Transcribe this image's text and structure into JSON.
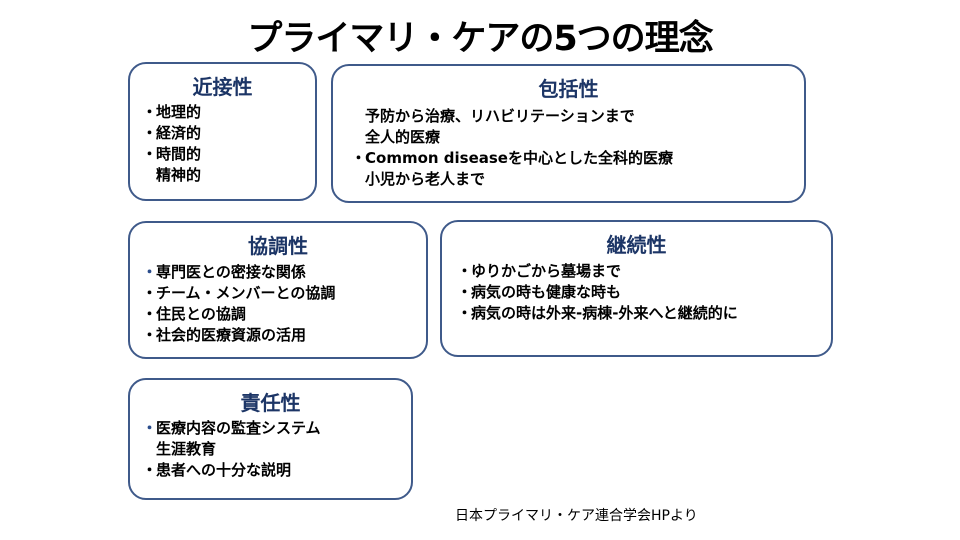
{
  "title": "プライマリ・ケアの5つの理念",
  "boxes": [
    {
      "heading": "近接性",
      "lines": [
        {
          "bullet": "・",
          "text": "地理的"
        },
        {
          "bullet": "・",
          "text": "経済的"
        },
        {
          "bullet": "・",
          "text": "時間的"
        },
        {
          "bullet": "",
          "text": "精神的"
        }
      ]
    },
    {
      "heading": "包括性",
      "lines": [
        {
          "bullet": "",
          "text": "予防から治療、リハビリテーションまで"
        },
        {
          "bullet": "",
          "text": "全人的医療"
        },
        {
          "bullet": "・",
          "text": "Common diseaseを中心とした全科的医療"
        },
        {
          "bullet": "",
          "text": "小児から老人まで"
        }
      ]
    },
    {
      "heading": "協調性",
      "lines": [
        {
          "bullet": "・",
          "text": "専門医との密接な関係"
        },
        {
          "bullet": "・",
          "text": "チーム・メンバーとの協調"
        },
        {
          "bullet": "・",
          "text": "住民との協調"
        },
        {
          "bullet": "・",
          "text": "社会的医療資源の活用"
        }
      ]
    },
    {
      "heading": "継続性",
      "lines": [
        {
          "bullet": "・",
          "text": "ゆりかごから墓場まで"
        },
        {
          "bullet": "・",
          "text": "病気の時も健康な時も"
        },
        {
          "bullet": "・",
          "text": "病気の時は外来-病棟-外来へと継続的に"
        }
      ]
    },
    {
      "heading": "責任性",
      "lines": [
        {
          "bullet": "・",
          "text": "医療内容の監査システム"
        },
        {
          "bullet": "",
          "text": "生涯教育"
        },
        {
          "bullet": "・",
          "text": "患者への十分な説明"
        }
      ]
    }
  ],
  "source": "日本プライマリ・ケア連合学会HPより"
}
